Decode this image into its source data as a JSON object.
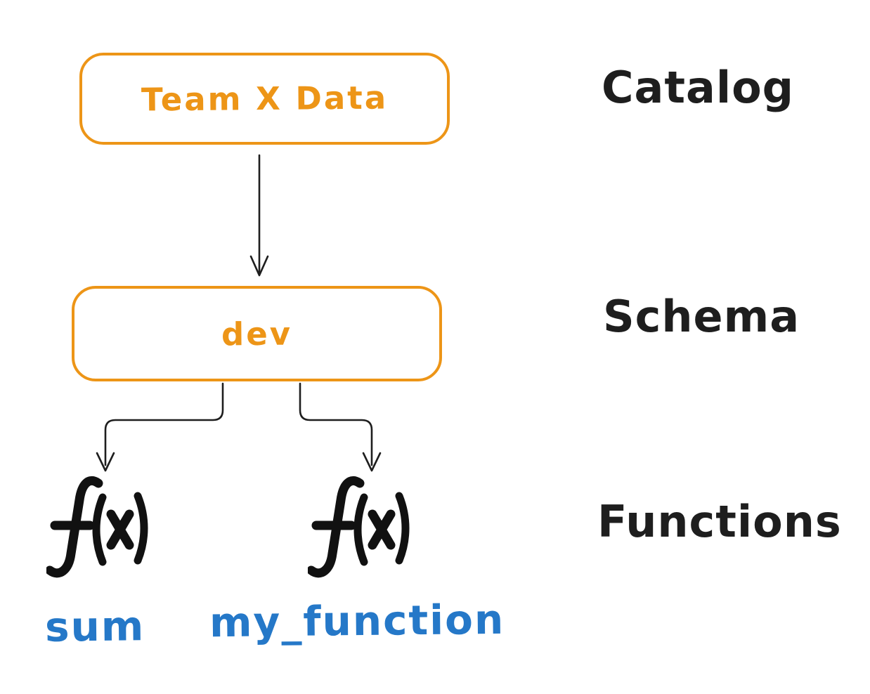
{
  "colors": {
    "node_border": "#ED9517",
    "node_label_text": "#ED9517",
    "row_label_text": "#1E1E1E",
    "function_name_text": "#2578C8",
    "arrow_stroke": "#1E1E1E",
    "background": "#FFFFFF"
  },
  "hierarchy": {
    "catalog": {
      "node_label": "Team X Data",
      "row_label": "Catalog"
    },
    "schema": {
      "node_label": "dev",
      "row_label": "Schema"
    },
    "functions": {
      "row_label": "Functions",
      "items": [
        {
          "name": "sum",
          "icon": "fx-function-icon"
        },
        {
          "name": "my_function",
          "icon": "fx-function-icon"
        }
      ]
    }
  }
}
